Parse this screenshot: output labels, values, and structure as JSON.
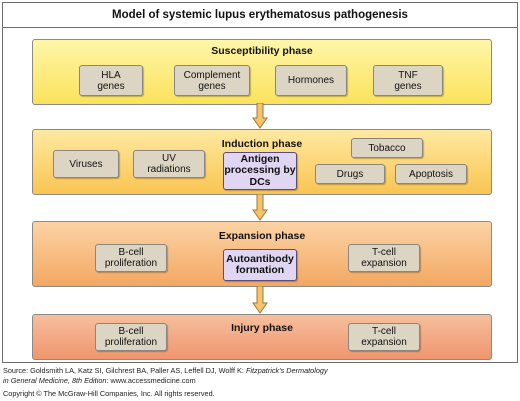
{
  "title": "Model of systemic lupus erythematosus pathogenesis",
  "phases": [
    {
      "label": "Susceptibility phase",
      "boxes": [
        "HLA\ngenes",
        "Complement\ngenes",
        "Hormones",
        "TNF\ngenes"
      ]
    },
    {
      "label": "Induction phase",
      "boxes": [
        "Viruses",
        "UV\nradiations",
        "Tobacco",
        "Drugs",
        "Apoptosis"
      ],
      "highlight": "Antigen\nprocessing by\nDCs"
    },
    {
      "label": "Expansion phase",
      "boxes": [
        "B-cell\nproliferation",
        "T-cell\nexpansion"
      ],
      "highlight": "Autoantibody\nformation"
    },
    {
      "label": "Injury phase",
      "boxes": [
        "B-cell\nproliferation",
        "T-cell\nexpansion"
      ]
    }
  ],
  "colors": {
    "arrow": "#f6c36a",
    "arrow_stroke": "#9a7a3a"
  },
  "footer": {
    "source_prefix": "Source: Goldsmith LA, Katz SI, Gilchrest BA, Paller AS, Leffell DJ, Wolff K: ",
    "source_book": "Fitzpatrick's Dermatology",
    "source_line2_italic": "in General Medicine, 8th Edition",
    "source_line2_rest": ": www.accessmedicine.com",
    "copyright": "Copyright © The McGraw-Hill Companies, Inc. All rights reserved."
  }
}
